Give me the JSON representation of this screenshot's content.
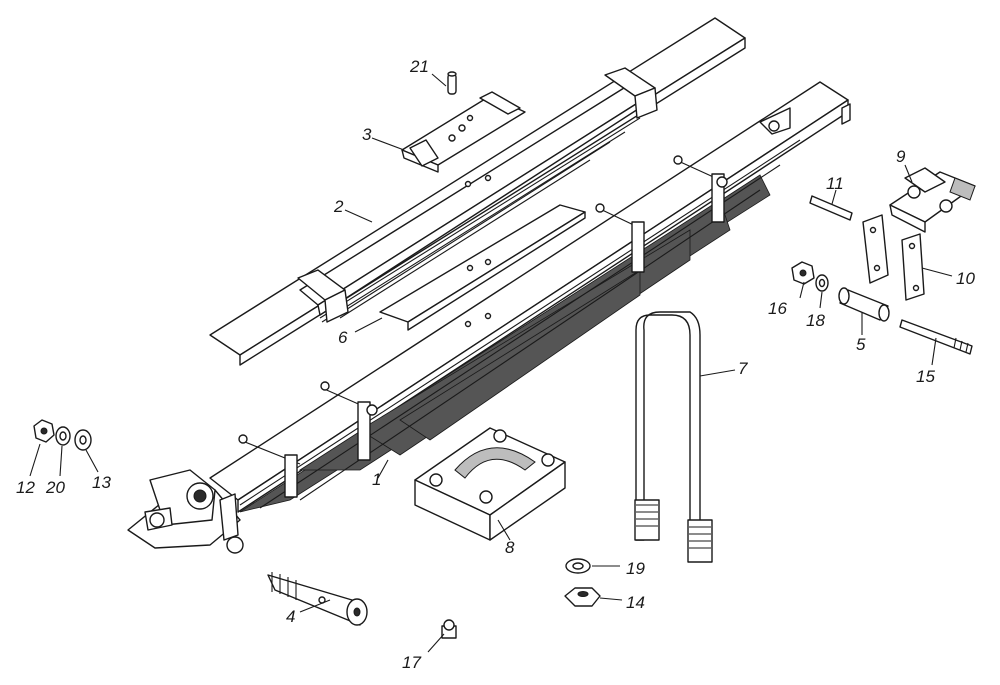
{
  "diagram": {
    "parts": [
      {
        "id": "p1",
        "label": "1"
      },
      {
        "id": "p2",
        "label": "2"
      },
      {
        "id": "p3",
        "label": "3"
      },
      {
        "id": "p4",
        "label": "4"
      },
      {
        "id": "p5",
        "label": "5"
      },
      {
        "id": "p6",
        "label": "6"
      },
      {
        "id": "p7",
        "label": "7"
      },
      {
        "id": "p8",
        "label": "8"
      },
      {
        "id": "p9",
        "label": "9"
      },
      {
        "id": "p10",
        "label": "10"
      },
      {
        "id": "p11",
        "label": "11"
      },
      {
        "id": "p12",
        "label": "12"
      },
      {
        "id": "p13",
        "label": "13"
      },
      {
        "id": "p14",
        "label": "14"
      },
      {
        "id": "p15",
        "label": "15"
      },
      {
        "id": "p16",
        "label": "16"
      },
      {
        "id": "p17",
        "label": "17"
      },
      {
        "id": "p18",
        "label": "18"
      },
      {
        "id": "p19",
        "label": "19"
      },
      {
        "id": "p20",
        "label": "20"
      },
      {
        "id": "p21",
        "label": "21"
      }
    ]
  }
}
